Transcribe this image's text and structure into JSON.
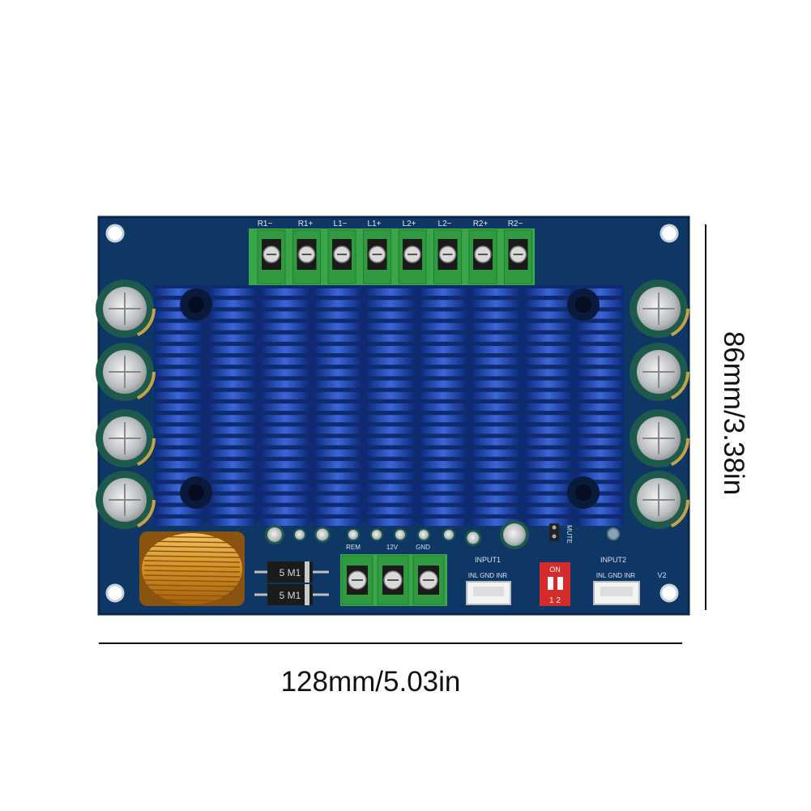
{
  "board": {
    "pcb_color": "#0f3766",
    "heatsink_color": "#1f49b8",
    "terminal_color": "#3aa64a",
    "capacitor_color": "#1d5a4c",
    "switch_color": "#d62b2b",
    "output_labels": [
      "R1−",
      "R1+",
      "L1−",
      "L1+",
      "L2+",
      "L2−",
      "R2+",
      "R2−"
    ],
    "power_labels": [
      "REM",
      "12V",
      "GND"
    ],
    "input1_label": "INPUT1",
    "input1_pins": "INL GND INR",
    "input2_label": "INPUT2",
    "input2_pins": "INL GND INR",
    "switch_on_label": "ON",
    "switch_numbers": "1 2",
    "mute_label": "MUTE",
    "version_label": "V2",
    "diode_text": "5 M1"
  },
  "dimensions": {
    "width": "128mm/5.03in",
    "height": "86mm/3.38in"
  }
}
